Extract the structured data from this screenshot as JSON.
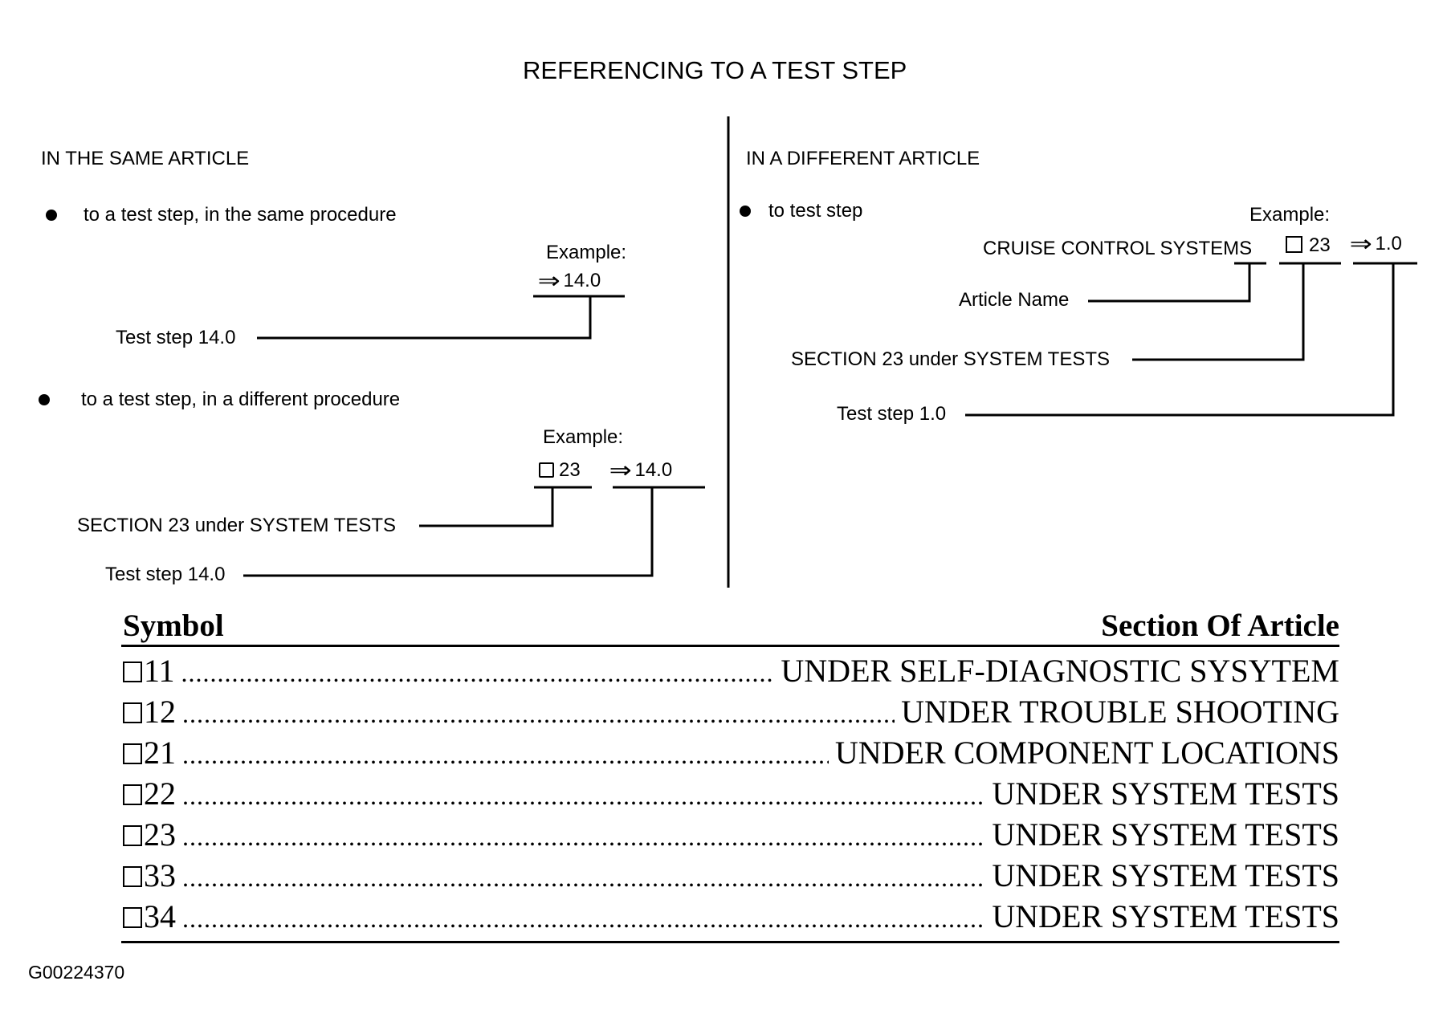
{
  "title": "REFERENCING TO A TEST STEP",
  "left": {
    "heading": "IN THE SAME ARTICLE",
    "bullet1": "to a test step, in the same procedure",
    "example1_label": "Example:",
    "example1_value": "14.0",
    "example1_callout": "Test step 14.0",
    "bullet2": "to a test step, in a different procedure",
    "example2_label": "Example:",
    "example2_section": "23",
    "example2_step": "14.0",
    "example2_callout_section": "SECTION 23 under SYSTEM TESTS",
    "example2_callout_step": "Test step 14.0"
  },
  "right": {
    "heading": "IN A DIFFERENT ARTICLE",
    "bullet1": "to test step",
    "example_label": "Example:",
    "article": "CRUISE CONTROL SYSTEMS",
    "section": "23",
    "step": "1.0",
    "callout_article": "Article Name",
    "callout_section": "SECTION 23 under SYSTEM TESTS",
    "callout_step": "Test step 1.0"
  },
  "table": {
    "header_symbol": "Symbol",
    "header_section": "Section Of Article",
    "rows": [
      {
        "symbol": "11",
        "section": "UNDER SELF-DIAGNOSTIC SYSYTEM"
      },
      {
        "symbol": "12",
        "section": "UNDER TROUBLE SHOOTING"
      },
      {
        "symbol": "21",
        "section": "UNDER COMPONENT LOCATIONS"
      },
      {
        "symbol": "22",
        "section": "UNDER SYSTEM TESTS"
      },
      {
        "symbol": "23",
        "section": "UNDER SYSTEM TESTS"
      },
      {
        "symbol": "33",
        "section": "UNDER SYSTEM TESTS"
      },
      {
        "symbol": "34",
        "section": "UNDER SYSTEM TESTS"
      }
    ]
  },
  "figure_id": "G00224370"
}
